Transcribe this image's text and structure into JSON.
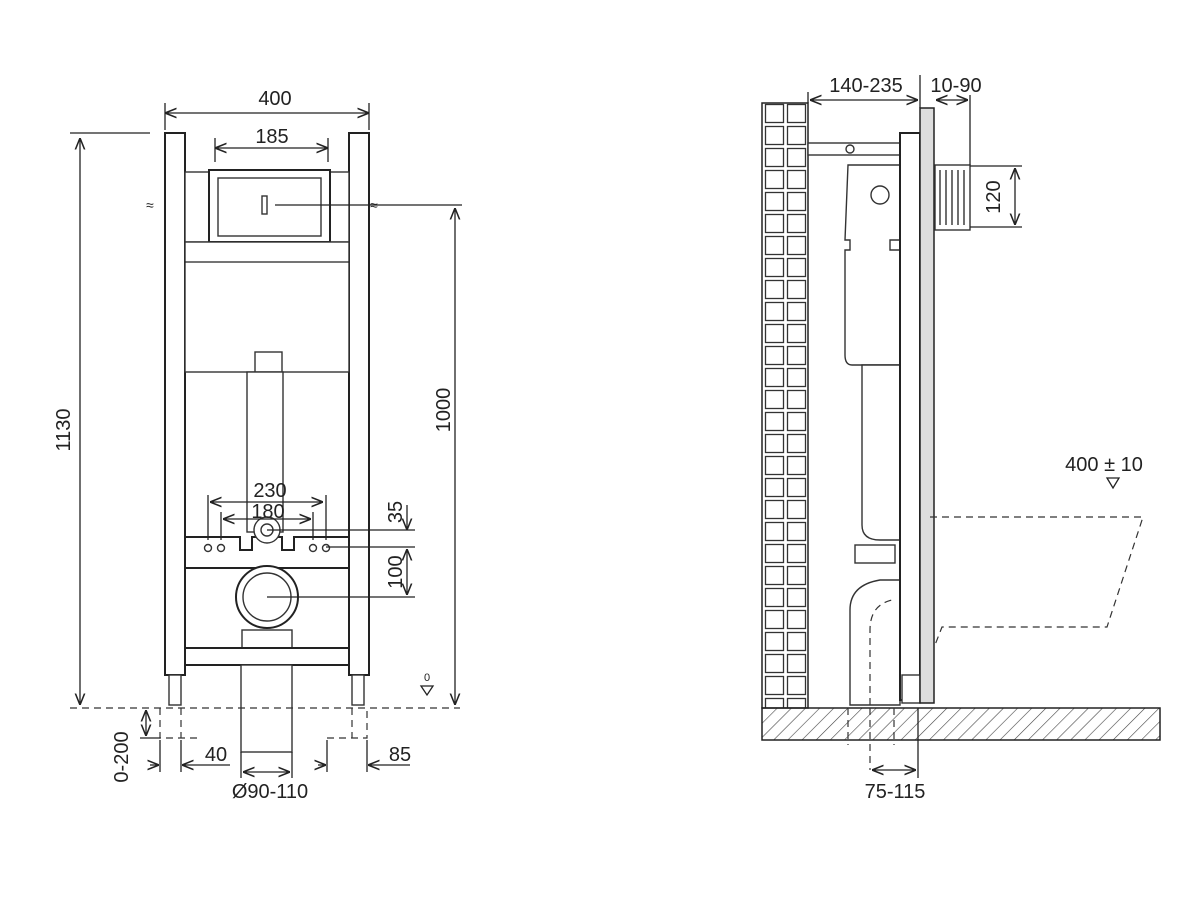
{
  "front_view": {
    "dimensions": {
      "frame_width": "400",
      "plate_width": "185",
      "total_height": "1130",
      "button_height": "1000",
      "bolt_spacing_outer": "230",
      "bolt_spacing_inner": "180",
      "inlet_offset": "35",
      "outlet_offset": "100",
      "leg_adjust": "0-200",
      "leg_offset_left": "40",
      "leg_offset_right": "85",
      "drain_diameter": "Ø90-110",
      "floor_level": "0"
    }
  },
  "side_view": {
    "dimensions": {
      "wall_gap": "140-235",
      "cover_depth": "10-90",
      "inlet_height": "120",
      "seat_height": "400 ± 10",
      "drain_offset": "75-115"
    }
  }
}
